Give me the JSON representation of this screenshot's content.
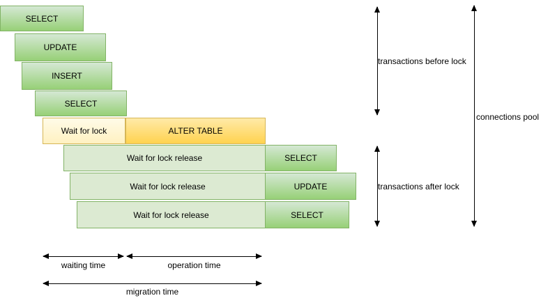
{
  "boxes": {
    "before_lock": [
      "SELECT",
      "UPDATE",
      "INSERT",
      "SELECT"
    ],
    "wait_for_lock": "Wait for lock",
    "alter_table": "ALTER TABLE",
    "after_lock": [
      {
        "wait": "Wait for lock release",
        "operation": "SELECT"
      },
      {
        "wait": "Wait for lock release",
        "operation": "UPDATE"
      },
      {
        "wait": "Wait for lock release",
        "operation": "SELECT"
      }
    ]
  },
  "annotations": {
    "transactions_before": "transactions before lock",
    "transactions_after": "transactions after lock",
    "connections_pool": "connections pool",
    "waiting_time": "waiting time",
    "operation_time": "operation time",
    "migration_time": "migration time"
  },
  "colors": {
    "task_green_top": "#d5e8d4",
    "task_green_bottom": "#97d077",
    "task_green_border": "#82b366",
    "wait_cream_top": "#fffbe8",
    "wait_cream_bottom": "#fff1c1",
    "alter_amber_top": "#ffeaa8",
    "alter_amber_bottom": "#ffd24f",
    "amber_border": "#d6b656",
    "release_green_fill": "#dcead2",
    "release_green_border": "#82b366",
    "arrow_color": "#000000"
  }
}
